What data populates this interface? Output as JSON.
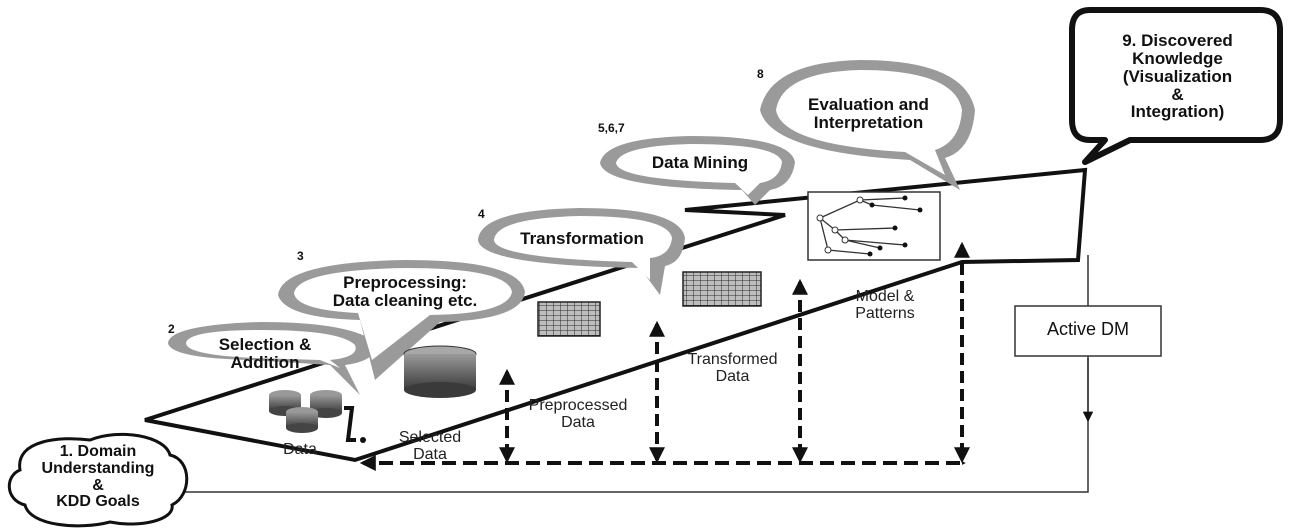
{
  "steps": [
    {
      "id": "domain",
      "number": "",
      "label": [
        "1.  Domain",
        "Understanding",
        "&",
        "KDD Goals"
      ]
    },
    {
      "id": "selection",
      "number": "2",
      "label": [
        "Selection &",
        "Addition"
      ]
    },
    {
      "id": "preprocessing",
      "number": "3",
      "label": [
        "Preprocessing:",
        "Data cleaning etc."
      ]
    },
    {
      "id": "transformation",
      "number": "4",
      "label": [
        "Transformation"
      ]
    },
    {
      "id": "mining",
      "number": "5,6,7",
      "label": [
        "Data Mining"
      ]
    },
    {
      "id": "evaluation",
      "number": "8",
      "label": [
        "Evaluation and",
        "Interpretation"
      ]
    },
    {
      "id": "knowledge",
      "number": "",
      "label": [
        "9.  Discovered",
        "Knowledge",
        "(Visualization",
        "&",
        "Integration)"
      ]
    }
  ],
  "data_labels": {
    "data": "Data",
    "selected": [
      "Selected",
      "Data"
    ],
    "preprocessed": [
      "Preprocessed",
      "Data"
    ],
    "transformed": [
      "Transformed",
      "Data"
    ],
    "model": [
      "Model &",
      "Patterns"
    ]
  },
  "active_dm": "Active DM",
  "colors": {
    "ink": "#111111",
    "bubble_shade": "#9a9a9a",
    "bubble_fill": "#ffffff",
    "db_fill": "#6f6f6f"
  }
}
